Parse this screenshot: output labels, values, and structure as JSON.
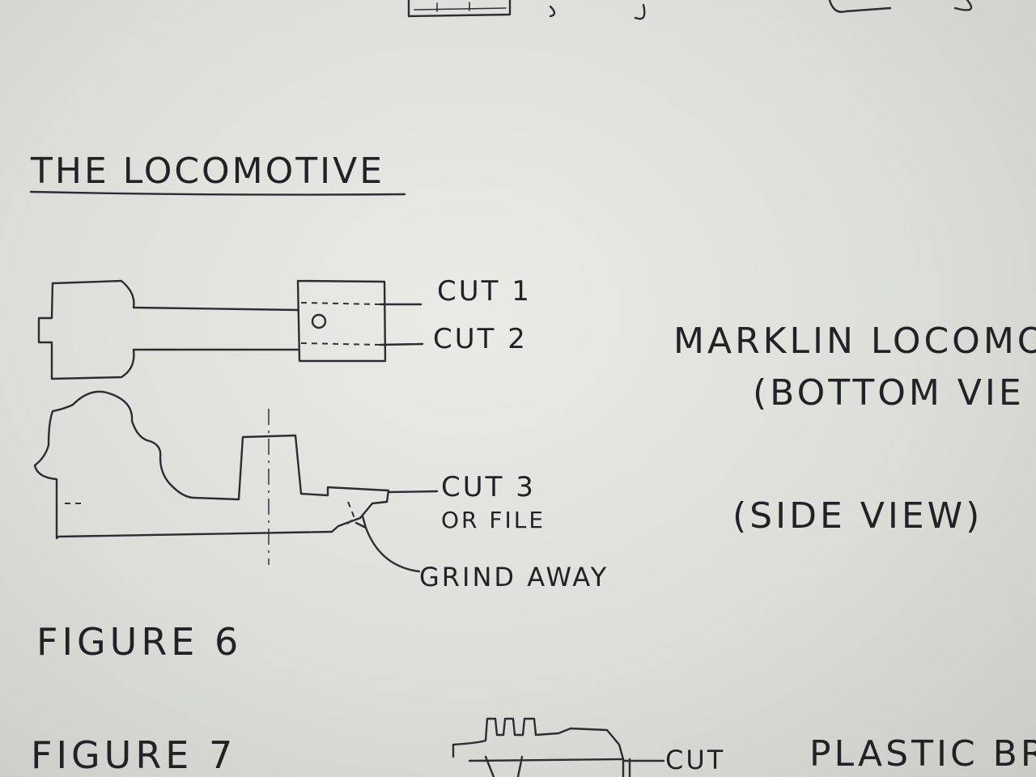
{
  "heading": "THE LOCOMOTIVE",
  "callouts": {
    "cut1": "CUT 1",
    "cut2": "CUT 2",
    "cut3": "CUT 3",
    "or_file": "OR FILE",
    "grind_away": "GRIND AWAY"
  },
  "side_notes": {
    "marklin_line1": "MARKLIN LOCOMO",
    "marklin_line2": "(BOTTOM VIE",
    "side_view": "(SIDE VIEW)"
  },
  "figure6_caption": "FIGURE 6",
  "figure7_caption": "FIGURE 7",
  "figure7_cut": "CUT",
  "plastic_label": "PLASTIC BR"
}
